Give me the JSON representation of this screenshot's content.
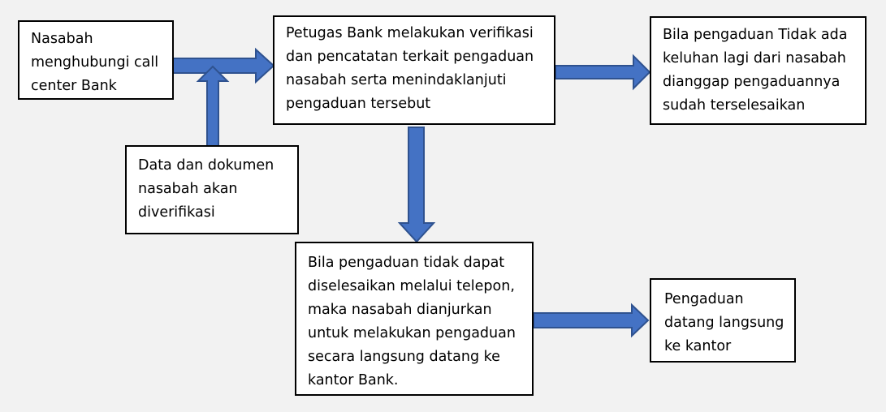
{
  "diagram": {
    "colors": {
      "arrow_fill": "#4472c4",
      "arrow_stroke": "#2f528f",
      "box_border": "#000000",
      "background": "#f2f2f2"
    },
    "boxes": {
      "customer_call": {
        "lines": [
          "Nasabah",
          "menghubungi call",
          "center Bank"
        ]
      },
      "verification": {
        "lines": [
          "Petugas Bank melakukan verifikasi",
          "dan pencatatan terkait pengaduan",
          "nasabah serta menindaklanjuti",
          "pengaduan tersebut"
        ]
      },
      "resolved": {
        "lines": [
          "Bila pengaduan Tidak ada",
          "keluhan lagi dari nasabah",
          "dianggap pengaduannya",
          "sudah terselesaikan"
        ]
      },
      "documents": {
        "lines": [
          "Data dan dokumen",
          "nasabah akan",
          "diverifikasi"
        ]
      },
      "unresolved": {
        "lines": [
          "Bila pengaduan tidak dapat",
          "diselesaikan melalui telepon,",
          "maka nasabah dianjurkan",
          "untuk melakukan pengaduan",
          "secara langsung datang ke",
          "kantor Bank."
        ]
      },
      "office_visit": {
        "lines": [
          "Pengaduan",
          "datang langsung",
          "ke kantor"
        ]
      }
    }
  }
}
